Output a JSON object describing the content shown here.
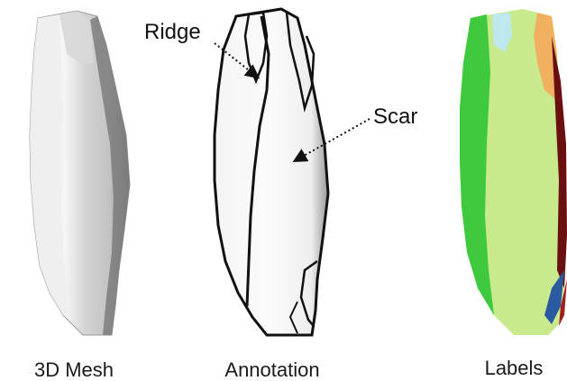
{
  "panels": [
    {
      "id": "mesh",
      "caption": "3D Mesh"
    },
    {
      "id": "annotation",
      "caption": "Annotation"
    },
    {
      "id": "labels",
      "caption": "Labels"
    }
  ],
  "callouts": {
    "ridge": "Ridge",
    "scar": "Scar"
  },
  "colors": {
    "mesh_light": "#f2f2f2",
    "mesh_mid": "#cfcfcf",
    "mesh_dark": "#6e6e6e",
    "ridge_line": "#111111",
    "label_green": "#3ec93e",
    "label_lightgreen": "#c8ea8c",
    "label_cyan": "#bfe8ee",
    "label_orange": "#f0b060",
    "label_maroon": "#6a1010",
    "label_blue": "#2a5aa0"
  }
}
